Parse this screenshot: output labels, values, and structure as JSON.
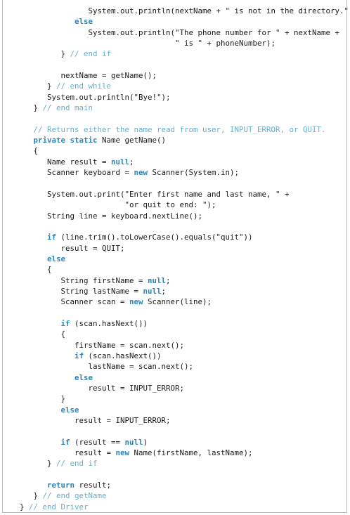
{
  "code_lines": [
    [
      {
        "t": "pl",
        "s": "               System.out.println(nextName + \" is not in the directory.\");"
      }
    ],
    [
      {
        "t": "pl",
        "s": "            "
      },
      {
        "t": "kw",
        "s": "else"
      }
    ],
    [
      {
        "t": "pl",
        "s": "               System.out.println(\"The phone number for \" + nextName +"
      }
    ],
    [
      {
        "t": "pl",
        "s": "                                  \" is \" + phoneNumber);"
      }
    ],
    [
      {
        "t": "pl",
        "s": "         } "
      },
      {
        "t": "cm",
        "s": "// end if"
      }
    ],
    [
      {
        "t": "pl",
        "s": ""
      }
    ],
    [
      {
        "t": "pl",
        "s": "         nextName = getName();"
      }
    ],
    [
      {
        "t": "pl",
        "s": "      } "
      },
      {
        "t": "cm",
        "s": "// end while"
      }
    ],
    [
      {
        "t": "pl",
        "s": "      System.out.println(\"Bye!\");"
      }
    ],
    [
      {
        "t": "pl",
        "s": "   } "
      },
      {
        "t": "cm",
        "s": "// end main"
      }
    ],
    [
      {
        "t": "pl",
        "s": ""
      }
    ],
    [
      {
        "t": "pl",
        "s": "   "
      },
      {
        "t": "cm",
        "s": "// Returns either the name read from user, INPUT_ERROR, or QUIT."
      }
    ],
    [
      {
        "t": "pl",
        "s": "   "
      },
      {
        "t": "kw",
        "s": "private static"
      },
      {
        "t": "pl",
        "s": " Name getName()"
      }
    ],
    [
      {
        "t": "pl",
        "s": "   {"
      }
    ],
    [
      {
        "t": "pl",
        "s": "      Name result = "
      },
      {
        "t": "kw",
        "s": "null"
      },
      {
        "t": "pl",
        "s": ";"
      }
    ],
    [
      {
        "t": "pl",
        "s": "      Scanner keyboard = "
      },
      {
        "t": "kw",
        "s": "new"
      },
      {
        "t": "pl",
        "s": " Scanner(System.in);"
      }
    ],
    [
      {
        "t": "pl",
        "s": ""
      }
    ],
    [
      {
        "t": "pl",
        "s": "      System.out.print(\"Enter first name and last name, \" +"
      }
    ],
    [
      {
        "t": "pl",
        "s": "                       \"or quit to end: \");"
      }
    ],
    [
      {
        "t": "pl",
        "s": "      String line = keyboard.nextLine();"
      }
    ],
    [
      {
        "t": "pl",
        "s": ""
      }
    ],
    [
      {
        "t": "pl",
        "s": "      "
      },
      {
        "t": "kw",
        "s": "if"
      },
      {
        "t": "pl",
        "s": " (line.trim().toLowerCase().equals(\"quit\"))"
      }
    ],
    [
      {
        "t": "pl",
        "s": "         result = QUIT;"
      }
    ],
    [
      {
        "t": "pl",
        "s": "      "
      },
      {
        "t": "kw",
        "s": "else"
      }
    ],
    [
      {
        "t": "pl",
        "s": "      {"
      }
    ],
    [
      {
        "t": "pl",
        "s": "         String firstName = "
      },
      {
        "t": "kw",
        "s": "null"
      },
      {
        "t": "pl",
        "s": ";"
      }
    ],
    [
      {
        "t": "pl",
        "s": "         String lastName = "
      },
      {
        "t": "kw",
        "s": "null"
      },
      {
        "t": "pl",
        "s": ";"
      }
    ],
    [
      {
        "t": "pl",
        "s": "         Scanner scan = "
      },
      {
        "t": "kw",
        "s": "new"
      },
      {
        "t": "pl",
        "s": " Scanner(line);"
      }
    ],
    [
      {
        "t": "pl",
        "s": ""
      }
    ],
    [
      {
        "t": "pl",
        "s": "         "
      },
      {
        "t": "kw",
        "s": "if"
      },
      {
        "t": "pl",
        "s": " (scan.hasNext())"
      }
    ],
    [
      {
        "t": "pl",
        "s": "         {"
      }
    ],
    [
      {
        "t": "pl",
        "s": "            firstName = scan.next();"
      }
    ],
    [
      {
        "t": "pl",
        "s": "            "
      },
      {
        "t": "kw",
        "s": "if"
      },
      {
        "t": "pl",
        "s": " (scan.hasNext())"
      }
    ],
    [
      {
        "t": "pl",
        "s": "               lastName = scan.next();"
      }
    ],
    [
      {
        "t": "pl",
        "s": "            "
      },
      {
        "t": "kw",
        "s": "else"
      }
    ],
    [
      {
        "t": "pl",
        "s": "               result = INPUT_ERROR;"
      }
    ],
    [
      {
        "t": "pl",
        "s": "         }"
      }
    ],
    [
      {
        "t": "pl",
        "s": "         "
      },
      {
        "t": "kw",
        "s": "else"
      }
    ],
    [
      {
        "t": "pl",
        "s": "            result = INPUT_ERROR;"
      }
    ],
    [
      {
        "t": "pl",
        "s": ""
      }
    ],
    [
      {
        "t": "pl",
        "s": "         "
      },
      {
        "t": "kw",
        "s": "if"
      },
      {
        "t": "pl",
        "s": " (result == "
      },
      {
        "t": "kw",
        "s": "null"
      },
      {
        "t": "pl",
        "s": ")"
      }
    ],
    [
      {
        "t": "pl",
        "s": "            result = "
      },
      {
        "t": "kw",
        "s": "new"
      },
      {
        "t": "pl",
        "s": " Name(firstName, lastName);"
      }
    ],
    [
      {
        "t": "pl",
        "s": "      } "
      },
      {
        "t": "cm",
        "s": "// end if"
      }
    ],
    [
      {
        "t": "pl",
        "s": ""
      }
    ],
    [
      {
        "t": "pl",
        "s": "      "
      },
      {
        "t": "kw",
        "s": "return"
      },
      {
        "t": "pl",
        "s": " result;"
      }
    ],
    [
      {
        "t": "pl",
        "s": "   } "
      },
      {
        "t": "cm",
        "s": "// end getName"
      }
    ],
    [
      {
        "t": "pl",
        "s": "} "
      },
      {
        "t": "cm",
        "s": "// end Driver"
      }
    ]
  ],
  "colors": {
    "keyword": "#2b86b8",
    "comment": "#6aaecb",
    "text": "#1a1a1a",
    "border": "#9bc5d6"
  }
}
